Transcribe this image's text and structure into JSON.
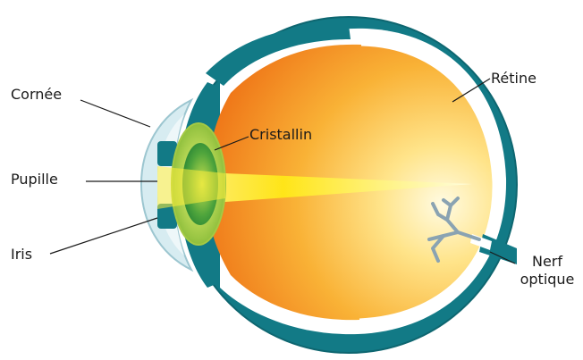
{
  "diagram": {
    "labels": {
      "cornee": "Cornée",
      "pupille": "Pupille",
      "iris": "Iris",
      "cristallin": "Cristallin",
      "retine": "Rétine",
      "nerf_line1": "Nerf",
      "nerf_line2": "optique"
    },
    "colors": {
      "sclera": "#127a86",
      "choroid": "#ffffff",
      "vitreous_center": "#fff5c8",
      "vitreous_mid": "#f9b236",
      "vitreous_edge": "#f07a18",
      "lens": "#a9cf4a",
      "lens_core": "#3c9a3c",
      "cornea": "#cfe8ee",
      "light_beam": "#ffe817",
      "nerve_vessels": "#8aa3b2"
    }
  }
}
